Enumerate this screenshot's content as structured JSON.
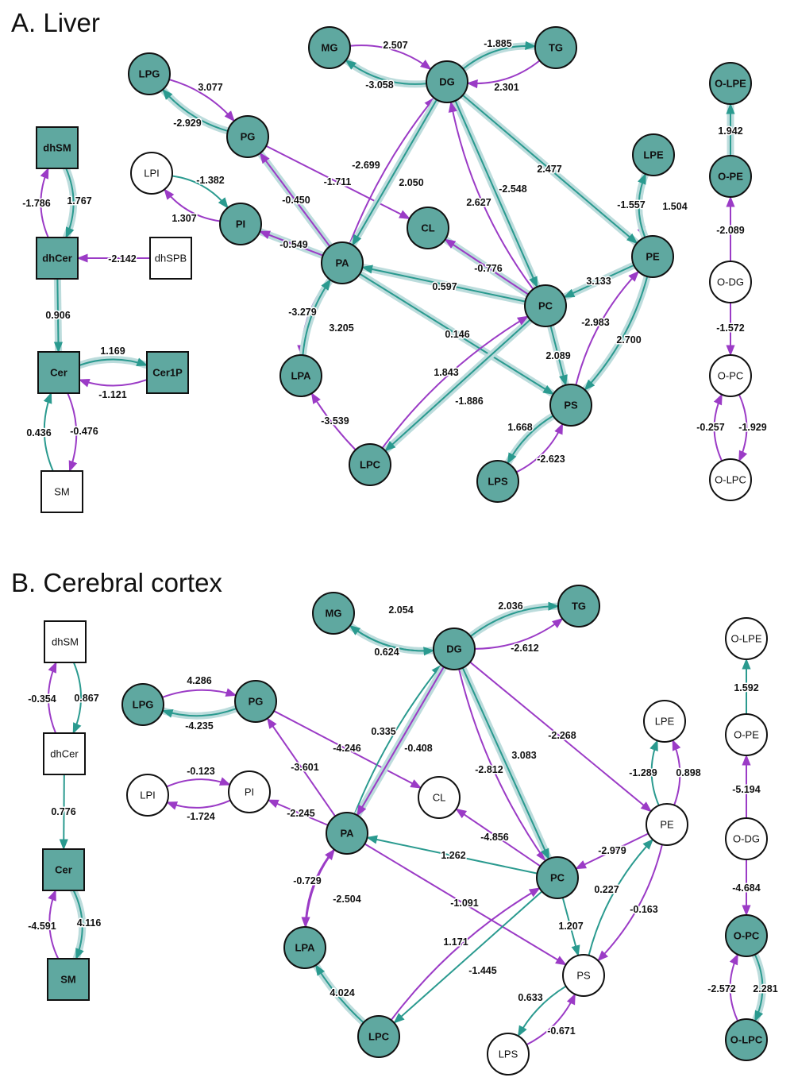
{
  "panels": {
    "a": {
      "title": "A. Liver"
    },
    "b": {
      "title": "B. Cerebral cortex"
    }
  },
  "colors": {
    "node_active": "#5fa8a0",
    "positive_edge": "#2a9a8f",
    "negative_edge": "#9b3bc6",
    "significant_halo": "#bcdcdc",
    "node_stroke": "#111111"
  },
  "liver": {
    "nodes": [
      {
        "id": "MG",
        "label": "MG",
        "shape": "circle",
        "active": true
      },
      {
        "id": "DG",
        "label": "DG",
        "shape": "circle",
        "active": true
      },
      {
        "id": "TG",
        "label": "TG",
        "shape": "circle",
        "active": true
      },
      {
        "id": "LPG",
        "label": "LPG",
        "shape": "circle",
        "active": true
      },
      {
        "id": "PG",
        "label": "PG",
        "shape": "circle",
        "active": true
      },
      {
        "id": "LPI",
        "label": "LPI",
        "shape": "circle",
        "active": false
      },
      {
        "id": "PI",
        "label": "PI",
        "shape": "circle",
        "active": true
      },
      {
        "id": "CL",
        "label": "CL",
        "shape": "circle",
        "active": true
      },
      {
        "id": "PA",
        "label": "PA",
        "shape": "circle",
        "active": true
      },
      {
        "id": "LPA",
        "label": "LPA",
        "shape": "circle",
        "active": true
      },
      {
        "id": "LPC",
        "label": "LPC",
        "shape": "circle",
        "active": true
      },
      {
        "id": "PC",
        "label": "PC",
        "shape": "circle",
        "active": true
      },
      {
        "id": "PE",
        "label": "PE",
        "shape": "circle",
        "active": true
      },
      {
        "id": "LPE",
        "label": "LPE",
        "shape": "circle",
        "active": true
      },
      {
        "id": "PS",
        "label": "PS",
        "shape": "circle",
        "active": true
      },
      {
        "id": "LPS",
        "label": "LPS",
        "shape": "circle",
        "active": true
      },
      {
        "id": "dhSM",
        "label": "dhSM",
        "shape": "square",
        "active": true
      },
      {
        "id": "dhCer",
        "label": "dhCer",
        "shape": "square",
        "active": true
      },
      {
        "id": "dhSPB",
        "label": "dhSPB",
        "shape": "square",
        "active": false
      },
      {
        "id": "Cer",
        "label": "Cer",
        "shape": "square",
        "active": true
      },
      {
        "id": "Cer1P",
        "label": "Cer1P",
        "shape": "square",
        "active": true
      },
      {
        "id": "SM",
        "label": "SM",
        "shape": "square",
        "active": false
      },
      {
        "id": "O-LPE",
        "label": "O-LPE",
        "shape": "circle",
        "active": true
      },
      {
        "id": "O-PE",
        "label": "O-PE",
        "shape": "circle",
        "active": true
      },
      {
        "id": "O-DG",
        "label": "O-DG",
        "shape": "circle",
        "active": false
      },
      {
        "id": "O-PC",
        "label": "O-PC",
        "shape": "circle",
        "active": false
      },
      {
        "id": "O-LPC",
        "label": "O-LPC",
        "shape": "circle",
        "active": false
      }
    ],
    "edges": [
      {
        "from": "DG",
        "to": "MG",
        "value": "2.507",
        "sign": "+",
        "sig": true
      },
      {
        "from": "MG",
        "to": "DG",
        "value": "-3.058",
        "sign": "-",
        "sig": false
      },
      {
        "from": "TG",
        "to": "DG",
        "value": "-1.885",
        "sign": "-",
        "sig": false
      },
      {
        "from": "DG",
        "to": "TG",
        "value": "2.301",
        "sign": "+",
        "sig": true
      },
      {
        "from": "PG",
        "to": "LPG",
        "value": "3.077",
        "sign": "+",
        "sig": true
      },
      {
        "from": "LPG",
        "to": "PG",
        "value": "-2.929",
        "sign": "-",
        "sig": false
      },
      {
        "from": "PG",
        "to": "CL",
        "value": "-1.711",
        "sign": "-",
        "sig": false
      },
      {
        "from": "PA",
        "to": "PG",
        "value": "-0.450",
        "sign": "-",
        "sig": true
      },
      {
        "from": "PI",
        "to": "LPI",
        "value": "-1.382",
        "sign": "-",
        "sig": false
      },
      {
        "from": "LPI",
        "to": "PI",
        "value": "1.307",
        "sign": "+",
        "sig": false
      },
      {
        "from": "PA",
        "to": "PI",
        "value": "-0.549",
        "sign": "-",
        "sig": true
      },
      {
        "from": "PA",
        "to": "DG",
        "value": "-2.699",
        "sign": "-",
        "sig": false
      },
      {
        "from": "DG",
        "to": "PA",
        "value": "2.050",
        "sign": "+",
        "sig": true
      },
      {
        "from": "DG",
        "to": "PC",
        "value": "2.627",
        "sign": "+",
        "sig": true
      },
      {
        "from": "PC",
        "to": "DG",
        "value": "-2.548",
        "sign": "-",
        "sig": false
      },
      {
        "from": "DG",
        "to": "PE",
        "value": "2.477",
        "sign": "+",
        "sig": true
      },
      {
        "from": "PC",
        "to": "CL",
        "value": "-0.776",
        "sign": "-",
        "sig": true
      },
      {
        "from": "PC",
        "to": "PA",
        "value": "0.597",
        "sign": "+",
        "sig": true
      },
      {
        "from": "PA",
        "to": "PS",
        "value": "0.146",
        "sign": "+",
        "sig": true
      },
      {
        "from": "PA",
        "to": "LPA",
        "value": "-3.279",
        "sign": "-",
        "sig": false
      },
      {
        "from": "LPA",
        "to": "PA",
        "value": "3.205",
        "sign": "+",
        "sig": true
      },
      {
        "from": "LPC",
        "to": "LPA",
        "value": "-3.539",
        "sign": "-",
        "sig": false
      },
      {
        "from": "PC",
        "to": "LPC",
        "value": "1.843",
        "sign": "+",
        "sig": true
      },
      {
        "from": "LPC",
        "to": "PC",
        "value": "-1.886",
        "sign": "-",
        "sig": false
      },
      {
        "from": "PE",
        "to": "PC",
        "value": "3.133",
        "sign": "+",
        "sig": true
      },
      {
        "from": "PS",
        "to": "PE",
        "value": "-2.983",
        "sign": "-",
        "sig": false
      },
      {
        "from": "PE",
        "to": "PS",
        "value": "2.700",
        "sign": "+",
        "sig": true
      },
      {
        "from": "PC",
        "to": "PS",
        "value": "2.089",
        "sign": "+",
        "sig": true
      },
      {
        "from": "LPE",
        "to": "PE",
        "value": "-1.557",
        "sign": "-",
        "sig": false
      },
      {
        "from": "PE",
        "to": "LPE",
        "value": "1.504",
        "sign": "+",
        "sig": true
      },
      {
        "from": "PS",
        "to": "LPS",
        "value": "1.668",
        "sign": "+",
        "sig": true
      },
      {
        "from": "LPS",
        "to": "PS",
        "value": "-2.623",
        "sign": "-",
        "sig": false
      },
      {
        "from": "dhCer",
        "to": "dhSM",
        "value": "-1.786",
        "sign": "-",
        "sig": false
      },
      {
        "from": "dhSM",
        "to": "dhCer",
        "value": "1.767",
        "sign": "+",
        "sig": true
      },
      {
        "from": "dhSPB",
        "to": "dhCer",
        "value": "-2.142",
        "sign": "-",
        "sig": false
      },
      {
        "from": "dhCer",
        "to": "Cer",
        "value": "0.906",
        "sign": "+",
        "sig": true
      },
      {
        "from": "Cer",
        "to": "Cer1P",
        "value": "1.169",
        "sign": "+",
        "sig": true
      },
      {
        "from": "Cer1P",
        "to": "Cer",
        "value": "-1.121",
        "sign": "-",
        "sig": false
      },
      {
        "from": "SM",
        "to": "Cer",
        "value": "0.436",
        "sign": "+",
        "sig": false
      },
      {
        "from": "Cer",
        "to": "SM",
        "value": "-0.476",
        "sign": "-",
        "sig": false
      },
      {
        "from": "O-PE",
        "to": "O-LPE",
        "value": "1.942",
        "sign": "+",
        "sig": true
      },
      {
        "from": "O-DG",
        "to": "O-PE",
        "value": "-2.089",
        "sign": "-",
        "sig": false
      },
      {
        "from": "O-DG",
        "to": "O-PC",
        "value": "-1.572",
        "sign": "-",
        "sig": false
      },
      {
        "from": "O-LPC",
        "to": "O-PC",
        "value": "-0.257",
        "sign": "-",
        "sig": false
      },
      {
        "from": "O-PC",
        "to": "O-LPC",
        "value": "-1.929",
        "sign": "-",
        "sig": false
      }
    ]
  },
  "cortex": {
    "nodes": [
      {
        "id": "MG",
        "label": "MG",
        "shape": "circle",
        "active": true
      },
      {
        "id": "DG",
        "label": "DG",
        "shape": "circle",
        "active": true
      },
      {
        "id": "TG",
        "label": "TG",
        "shape": "circle",
        "active": true
      },
      {
        "id": "LPG",
        "label": "LPG",
        "shape": "circle",
        "active": true
      },
      {
        "id": "PG",
        "label": "PG",
        "shape": "circle",
        "active": true
      },
      {
        "id": "LPI",
        "label": "LPI",
        "shape": "circle",
        "active": false
      },
      {
        "id": "PI",
        "label": "PI",
        "shape": "circle",
        "active": false
      },
      {
        "id": "CL",
        "label": "CL",
        "shape": "circle",
        "active": false
      },
      {
        "id": "PA",
        "label": "PA",
        "shape": "circle",
        "active": true
      },
      {
        "id": "LPA",
        "label": "LPA",
        "shape": "circle",
        "active": true
      },
      {
        "id": "LPC",
        "label": "LPC",
        "shape": "circle",
        "active": true
      },
      {
        "id": "PC",
        "label": "PC",
        "shape": "circle",
        "active": true
      },
      {
        "id": "LPE",
        "label": "LPE",
        "shape": "circle",
        "active": false
      },
      {
        "id": "PE",
        "label": "PE",
        "shape": "circle",
        "active": false
      },
      {
        "id": "PS",
        "label": "PS",
        "shape": "circle",
        "active": false
      },
      {
        "id": "LPS",
        "label": "LPS",
        "shape": "circle",
        "active": false
      },
      {
        "id": "dhSM",
        "label": "dhSM",
        "shape": "square",
        "active": false
      },
      {
        "id": "dhCer",
        "label": "dhCer",
        "shape": "square",
        "active": false
      },
      {
        "id": "Cer",
        "label": "Cer",
        "shape": "square",
        "active": true
      },
      {
        "id": "SM",
        "label": "SM",
        "shape": "square",
        "active": true
      },
      {
        "id": "O-LPE",
        "label": "O-LPE",
        "shape": "circle",
        "active": false
      },
      {
        "id": "O-PE",
        "label": "O-PE",
        "shape": "circle",
        "active": false
      },
      {
        "id": "O-DG",
        "label": "O-DG",
        "shape": "circle",
        "active": false
      },
      {
        "id": "O-PC",
        "label": "O-PC",
        "shape": "circle",
        "active": true
      },
      {
        "id": "O-LPC",
        "label": "O-LPC",
        "shape": "circle",
        "active": true
      }
    ],
    "edges": [
      {
        "from": "DG",
        "to": "MG",
        "value": "2.054",
        "sign": "+",
        "sig": true
      },
      {
        "from": "MG",
        "to": "DG",
        "value": "0.624",
        "sign": "+",
        "sig": false
      },
      {
        "from": "DG",
        "to": "TG",
        "value": "2.036",
        "sign": "+",
        "sig": true
      },
      {
        "from": "DG",
        "to": "TG",
        "value": "-2.612",
        "sign": "-",
        "sig": false
      },
      {
        "from": "PG",
        "to": "LPG",
        "value": "4.286",
        "sign": "+",
        "sig": true
      },
      {
        "from": "LPG",
        "to": "PG",
        "value": "-4.235",
        "sign": "-",
        "sig": false
      },
      {
        "from": "PG",
        "to": "CL",
        "value": "-4.246",
        "sign": "-",
        "sig": false
      },
      {
        "from": "PA",
        "to": "PG",
        "value": "-3.601",
        "sign": "-",
        "sig": false
      },
      {
        "from": "PI",
        "to": "LPI",
        "value": "-0.123",
        "sign": "-",
        "sig": false
      },
      {
        "from": "LPI",
        "to": "PI",
        "value": "-1.724",
        "sign": "-",
        "sig": false
      },
      {
        "from": "PA",
        "to": "PI",
        "value": "-2.245",
        "sign": "-",
        "sig": false
      },
      {
        "from": "PA",
        "to": "DG",
        "value": "0.335",
        "sign": "+",
        "sig": false
      },
      {
        "from": "DG",
        "to": "PA",
        "value": "-0.408",
        "sign": "-",
        "sig": true
      },
      {
        "from": "DG",
        "to": "PC",
        "value": "-2.812",
        "sign": "-",
        "sig": false
      },
      {
        "from": "DG",
        "to": "PC",
        "value": "3.083",
        "sign": "+",
        "sig": true
      },
      {
        "from": "DG",
        "to": "PE",
        "value": "-2.268",
        "sign": "-",
        "sig": false
      },
      {
        "from": "PC",
        "to": "CL",
        "value": "-4.856",
        "sign": "-",
        "sig": false
      },
      {
        "from": "PC",
        "to": "PA",
        "value": "1.262",
        "sign": "+",
        "sig": false
      },
      {
        "from": "PA",
        "to": "PS",
        "value": "-1.091",
        "sign": "-",
        "sig": false
      },
      {
        "from": "PA",
        "to": "LPA",
        "value": "-0.729",
        "sign": "-",
        "sig": false
      },
      {
        "from": "LPA",
        "to": "PA",
        "value": "-2.504",
        "sign": "-",
        "sig": false
      },
      {
        "from": "LPC",
        "to": "LPA",
        "value": "4.024",
        "sign": "+",
        "sig": true
      },
      {
        "from": "PC",
        "to": "LPC",
        "value": "1.171",
        "sign": "+",
        "sig": false
      },
      {
        "from": "LPC",
        "to": "PC",
        "value": "-1.445",
        "sign": "-",
        "sig": false
      },
      {
        "from": "PE",
        "to": "PC",
        "value": "-2.979",
        "sign": "-",
        "sig": false
      },
      {
        "from": "PS",
        "to": "PE",
        "value": "0.227",
        "sign": "+",
        "sig": false
      },
      {
        "from": "PE",
        "to": "PS",
        "value": "-0.163",
        "sign": "-",
        "sig": false
      },
      {
        "from": "PC",
        "to": "PS",
        "value": "1.207",
        "sign": "+",
        "sig": false
      },
      {
        "from": "PE",
        "to": "LPE",
        "value": "-1.289",
        "sign": "-",
        "sig": false
      },
      {
        "from": "PE",
        "to": "LPE",
        "value": "0.898",
        "sign": "+",
        "sig": false
      },
      {
        "from": "PS",
        "to": "LPS",
        "value": "0.633",
        "sign": "+",
        "sig": false
      },
      {
        "from": "LPS",
        "to": "PS",
        "value": "-0.671",
        "sign": "-",
        "sig": false
      },
      {
        "from": "dhCer",
        "to": "dhSM",
        "value": "-0.354",
        "sign": "-",
        "sig": false
      },
      {
        "from": "dhSM",
        "to": "dhCer",
        "value": "0.867",
        "sign": "+",
        "sig": false
      },
      {
        "from": "dhCer",
        "to": "Cer",
        "value": "0.776",
        "sign": "+",
        "sig": false
      },
      {
        "from": "SM",
        "to": "Cer",
        "value": "-4.591",
        "sign": "-",
        "sig": false
      },
      {
        "from": "Cer",
        "to": "SM",
        "value": "4.116",
        "sign": "+",
        "sig": true
      },
      {
        "from": "O-PE",
        "to": "O-LPE",
        "value": "1.592",
        "sign": "+",
        "sig": false
      },
      {
        "from": "O-DG",
        "to": "O-PE",
        "value": "-5.194",
        "sign": "-",
        "sig": false
      },
      {
        "from": "O-DG",
        "to": "O-PC",
        "value": "-4.684",
        "sign": "-",
        "sig": false
      },
      {
        "from": "O-LPC",
        "to": "O-PC",
        "value": "-2.572",
        "sign": "-",
        "sig": false
      },
      {
        "from": "O-PC",
        "to": "O-LPC",
        "value": "2.281",
        "sign": "+",
        "sig": true
      }
    ]
  }
}
